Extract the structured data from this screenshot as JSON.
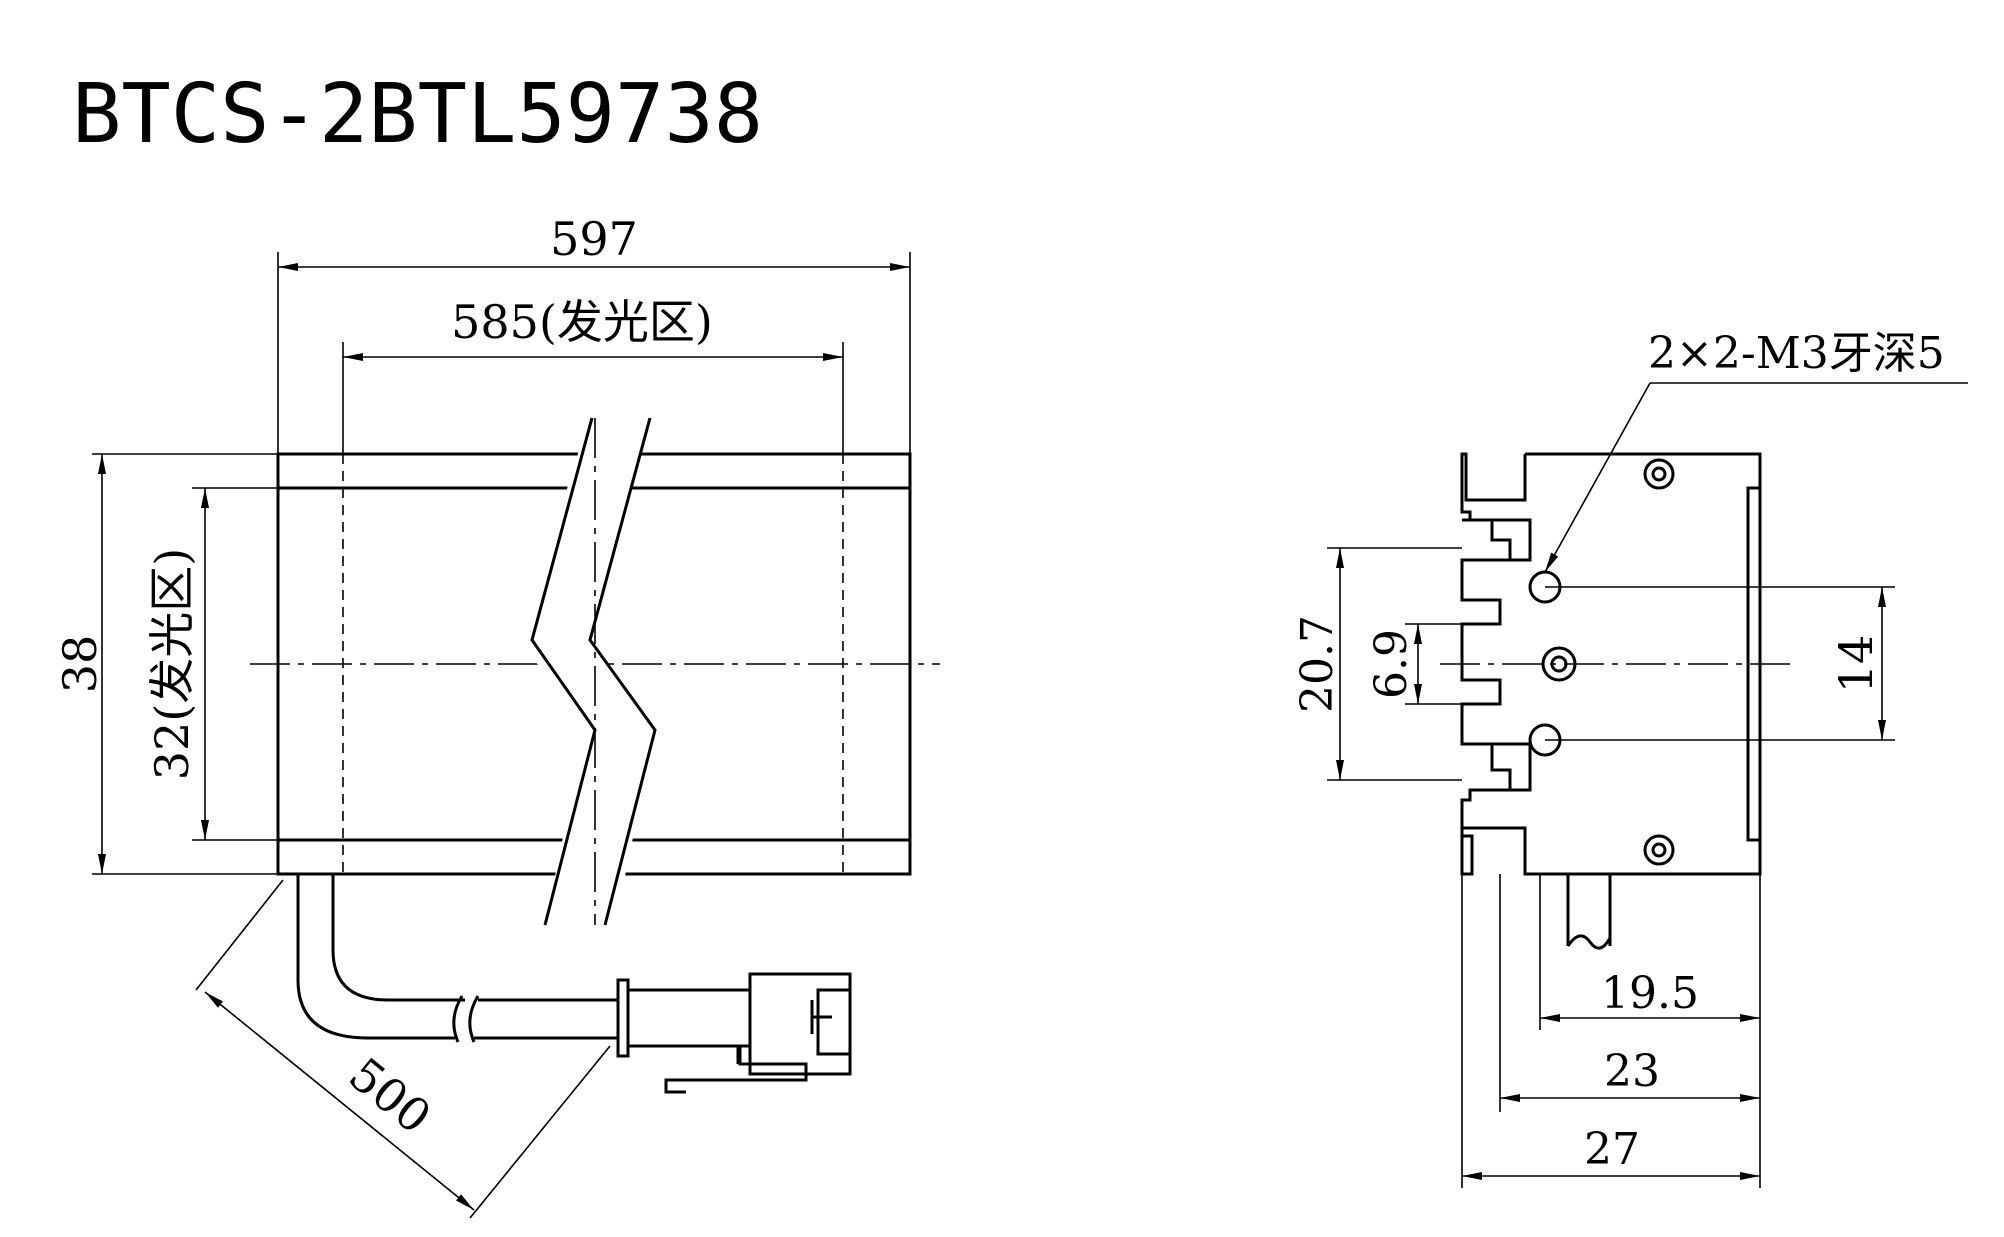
{
  "title": "BTCS-2BTL59738",
  "dimensions": {
    "overall_length": "597",
    "emitting_length": "585(发光区)",
    "overall_height": "38",
    "emitting_height": "32(发光区)",
    "cable_length": "500",
    "thread_note": "2×2-M3牙深5",
    "side_height": "20.7",
    "center_offset": "6.9",
    "hole_pitch": "14",
    "depth_1": "19.5",
    "depth_2": "23",
    "depth_3": "27"
  }
}
